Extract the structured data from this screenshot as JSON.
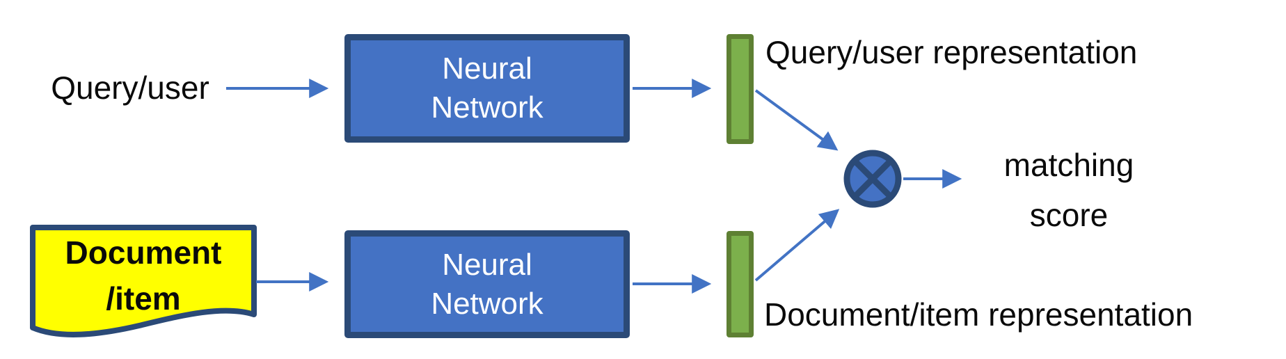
{
  "diagram": {
    "title_implicit": "two-tower matching architecture",
    "top_flow": {
      "input_label": "Query/user",
      "network_box": {
        "line1": "Neural",
        "line2": "Network"
      },
      "representation_label": "Query/user representation"
    },
    "bottom_flow": {
      "input_document": {
        "line1": "Document",
        "line2": "/item"
      },
      "network_box": {
        "line1": "Neural",
        "line2": "Network"
      },
      "representation_label": "Document/item representation"
    },
    "output": {
      "line1": "matching",
      "line2": "score"
    },
    "icons": {
      "multiply_node": "tensor-product (circle with X)",
      "document_shape": "flowchart document (wavy bottom)"
    },
    "colors": {
      "box_fill": "#4472C4",
      "box_border": "#2B4A77",
      "bar_fill": "#7CB04C",
      "bar_border": "#5E8033",
      "document_fill": "#FFFF00",
      "document_border": "#2B4A77",
      "arrow": "#4273C4",
      "text": "#0a0a0a",
      "box_text": "#ffffff"
    }
  }
}
